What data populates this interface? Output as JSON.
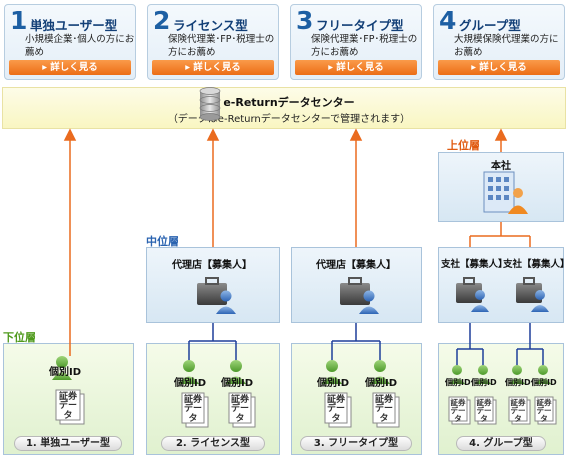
{
  "cards": [
    {
      "num": "1",
      "title": "単独ユーザー型",
      "desc": "小規模企業･個人の方にお薦め",
      "button": "詳しく見る"
    },
    {
      "num": "2",
      "title": "ライセンス型",
      "desc": "保険代理業･FP･税理士の方にお薦め",
      "button": "詳しく見る"
    },
    {
      "num": "3",
      "title": "フリータイプ型",
      "desc": "保険代理業･FP･税理士の方にお薦め",
      "button": "詳しく見る"
    },
    {
      "num": "4",
      "title": "グループ型",
      "desc": "大規模保険代理業の方にお薦め",
      "button": "詳しく見る"
    }
  ],
  "center": {
    "title": "e-Returnデータセンター",
    "subtitle": "（データはe-Returnデータセンターで管理されます）"
  },
  "layers": {
    "upper": "上位層",
    "middle": "中位層",
    "lower": "下位層"
  },
  "hq": {
    "label": "本社"
  },
  "agency": {
    "label": "代理店【募集人】"
  },
  "branch": {
    "label": "支社【募集人】"
  },
  "client": {
    "id": "個別ID",
    "doc": "証券データ"
  },
  "bottom_labels": [
    "1. 単独ユーザー型",
    "2. ライセンス型",
    "3. フリータイプ型",
    "4. グループ型"
  ],
  "colors": {
    "arrow": "#ea6b1f",
    "tree": "#1e3f9a",
    "upper_label": "#e05a10",
    "middle_label": "#2a63b0",
    "lower_label": "#4f9a1c"
  }
}
